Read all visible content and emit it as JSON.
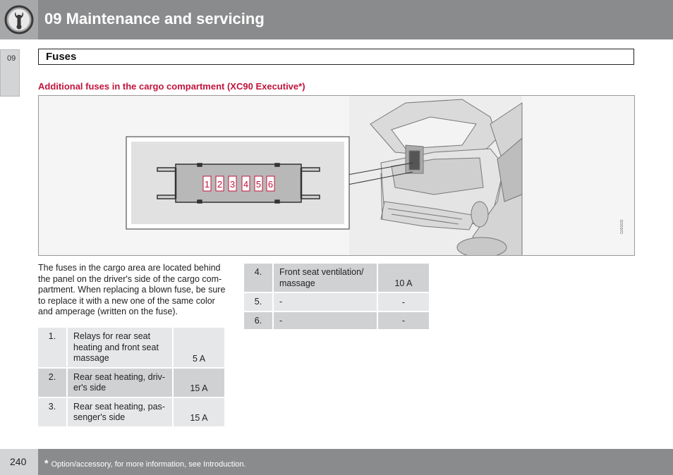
{
  "header": {
    "chapter_title": "09 Maintenance and servicing",
    "icon": "wrench-icon"
  },
  "side_tab": {
    "chapter_number": "09"
  },
  "section": {
    "title": "Fuses"
  },
  "subheading": "Additional fuses in the cargo compartment (XC90 Executive*)",
  "figure": {
    "fuse_labels": [
      "1",
      "2",
      "3",
      "4",
      "5",
      "6"
    ],
    "code": "G031632",
    "accent_color": "#c0143c"
  },
  "description": "The fuses in the cargo area are located behind the panel on the driver's side of the cargo com-partment. When replacing a blown fuse, be sure to replace it with a new one of the same color and amperage (written on the fuse).",
  "fuse_table_left": [
    {
      "num": "1.",
      "desc": "Relays for rear seat heating and front seat massage",
      "amp": "5 A"
    },
    {
      "num": "2.",
      "desc": "Rear seat heating, driv-er's side",
      "amp": "15 A"
    },
    {
      "num": "3.",
      "desc": "Rear seat heating, pas-senger's side",
      "amp": "15 A"
    }
  ],
  "fuse_table_right": [
    {
      "num": "4.",
      "desc": "Front seat ventilation/ massage",
      "amp": "10 A"
    },
    {
      "num": "5.",
      "desc": "-",
      "amp": "-"
    },
    {
      "num": "6.",
      "desc": "-",
      "amp": "-"
    }
  ],
  "footer": {
    "page_number": "240",
    "star": "*",
    "note": "Option/accessory, for more information, see Introduction."
  }
}
